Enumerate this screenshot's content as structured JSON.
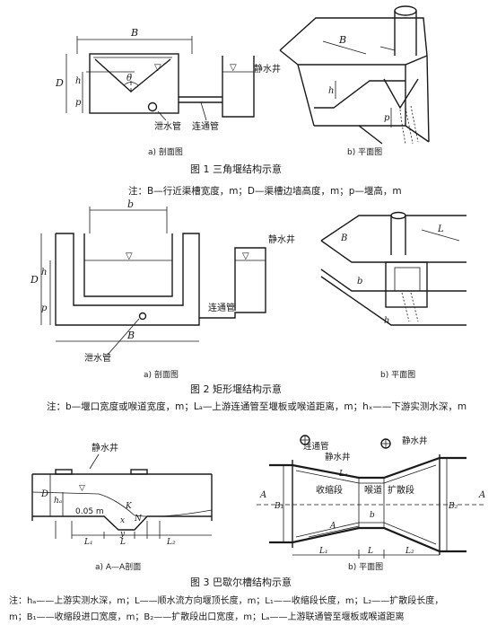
{
  "figure1": {
    "labels": {
      "B": "B",
      "D": "D",
      "h": "h",
      "p": "p",
      "theta": "θ",
      "well": "静水井",
      "drain": "泄水管",
      "conn": "连通管"
    },
    "sub_a": "a) 剖面图",
    "sub_b": "b) 平面图",
    "caption": "图 1   三角堰结构示意",
    "note": "注：B—行近渠槽宽度，m；D—渠槽边墙高度，m；p—堰高，m"
  },
  "figure2": {
    "labels": {
      "b": "b",
      "D": "D",
      "h": "h",
      "p": "p",
      "B": "B",
      "B2": "B",
      "well": "静水井",
      "conn": "连通管",
      "drain": "泄水管",
      "L1": "L",
      "bt": "b",
      "h2": "h"
    },
    "sub_a": "a) 剖面图",
    "sub_b": "b) 平面图",
    "caption": "图 2   矩形堰结构示意",
    "note": "注：b—堰口宽度或喉道宽度，m；Lₐ—上游连通管至堰板或喉道距离，m；hₓ——下游实测水深，m"
  },
  "figure3": {
    "labels": {
      "well": "静水井",
      "ha": "hₐ",
      "D": "D",
      "depth": "0.05 m",
      "L1": "L₁",
      "L": "L",
      "L2": "L₂",
      "x": "x",
      "y": "y",
      "N": "N",
      "K": "K",
      "conn": "连通管",
      "well2": "静水井",
      "A": "A",
      "A2": "A",
      "contract": "收缩段",
      "throat": "喉道",
      "expand": "扩散段",
      "La": "Lₐ",
      "B1": "B₁",
      "B2": "B₂",
      "b": "b",
      "L1b": "L₁",
      "L2b": "L₂",
      "Lb": "L",
      "Ab": "A"
    },
    "sub_a": "a) A—A剖面",
    "sub_b": "b) 平面图",
    "caption": "图 3   巴歇尔槽结构示意",
    "note1": "注：hₐ——上游实测水深，m；L——顺水流方向堰顶长度，m；L₁——收缩段长度，m；L₂——扩散段长度，",
    "note2": "m；B₁——收缩段进口宽度，m；B₂——扩散段出口宽度，m；Lₐ——上游联通管至堰板或喉道距离"
  }
}
